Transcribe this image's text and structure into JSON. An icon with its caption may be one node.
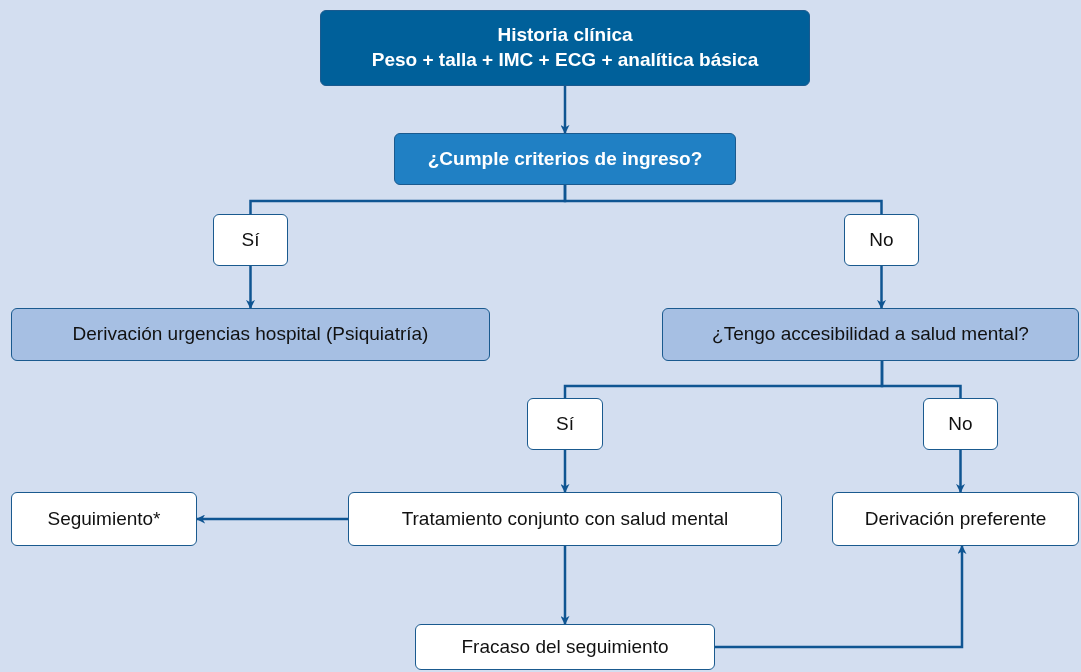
{
  "diagram": {
    "nodes": [
      {
        "text": [
          "Historia clínica",
          "Peso + talla + IMC + ECG + analítica básica"
        ]
      },
      {
        "text": [
          "¿Cumple criterios de ingreso?"
        ]
      },
      {
        "text": [
          "Sí"
        ]
      },
      {
        "text": [
          "No"
        ]
      },
      {
        "text": [
          "Derivación urgencias hospital (Psiquiatría)"
        ]
      },
      {
        "text": [
          "¿Tengo accesibilidad a salud mental?"
        ]
      },
      {
        "text": [
          "Sí"
        ]
      },
      {
        "text": [
          "No"
        ]
      },
      {
        "text": [
          "Seguimiento*"
        ]
      },
      {
        "text": [
          "Tratamiento conjunto con salud mental"
        ]
      },
      {
        "text": [
          "Derivación preferente"
        ]
      },
      {
        "text": [
          "Fracaso del seguimiento"
        ]
      }
    ],
    "edges": [
      {
        "from": 0,
        "to": 1,
        "arrow": "to"
      },
      {
        "from": 1,
        "to": 2,
        "arrow": "none"
      },
      {
        "from": 1,
        "to": 3,
        "arrow": "none"
      },
      {
        "from": 2,
        "to": 4,
        "arrow": "to"
      },
      {
        "from": 3,
        "to": 5,
        "arrow": "to"
      },
      {
        "from": 5,
        "to": 6,
        "arrow": "none"
      },
      {
        "from": 5,
        "to": 7,
        "arrow": "none"
      },
      {
        "from": 6,
        "to": 9,
        "arrow": "to"
      },
      {
        "from": 7,
        "to": 10,
        "arrow": "to"
      },
      {
        "from": 9,
        "to": 8,
        "arrow": "to"
      },
      {
        "from": 9,
        "to": 11,
        "arrow": "to"
      },
      {
        "from": 11,
        "to": 10,
        "arrow": "to"
      }
    ]
  }
}
